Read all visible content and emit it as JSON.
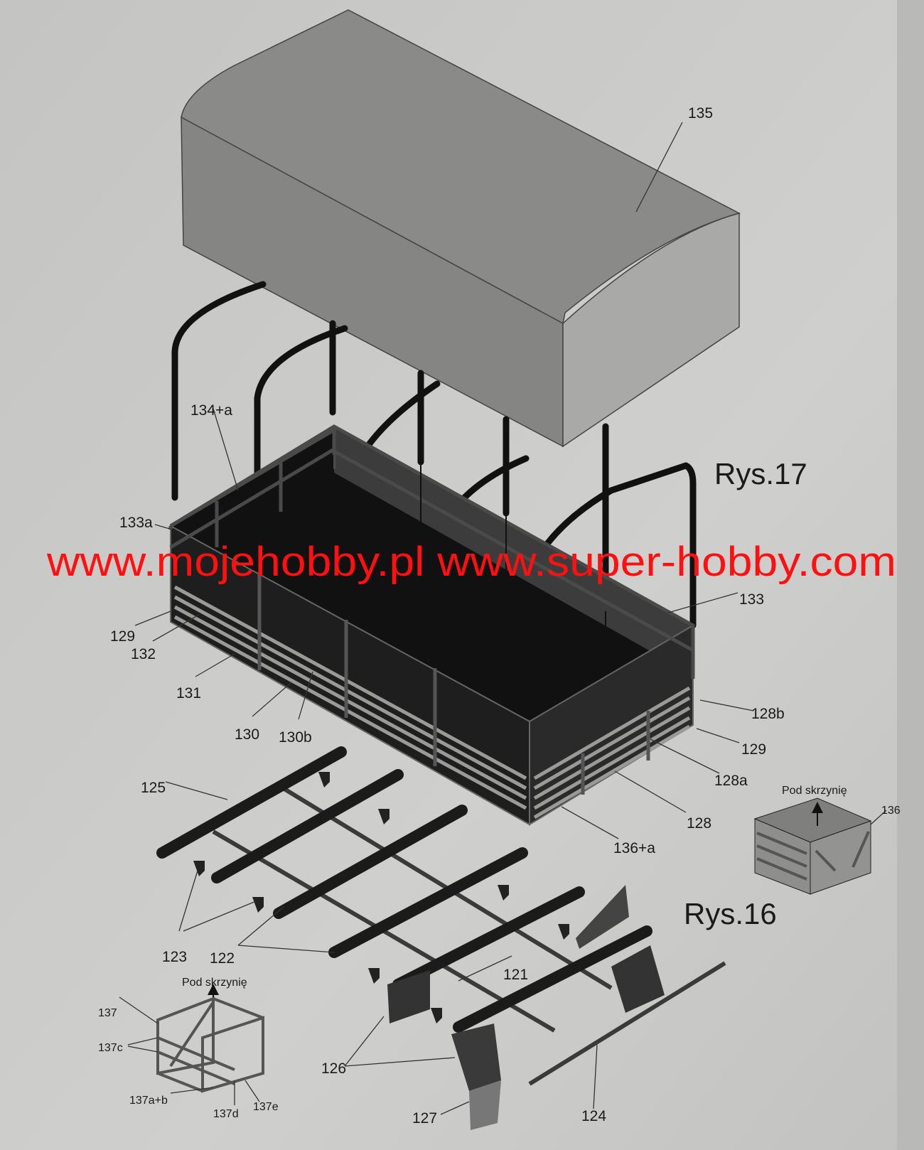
{
  "figures": {
    "rys17": "Rys.17",
    "rys16": "Rys.16"
  },
  "watermark": "www.mojehobby.pl www.super-hobby.com",
  "labels": {
    "l135": "135",
    "l134a": "134+a",
    "l133a": "133a",
    "l133": "133",
    "l129_left": "129",
    "l132": "132",
    "l131": "131",
    "l130": "130",
    "l130b": "130b",
    "l128b": "128b",
    "l129_right": "129",
    "l128a": "128a",
    "l128": "128",
    "l136a": "136+a",
    "l125": "125",
    "l136": "136",
    "l123": "123",
    "l122": "122",
    "l121": "121",
    "l137": "137",
    "l137c": "137c",
    "l137ab": "137a+b",
    "l137d": "137d",
    "l137e": "137e",
    "l126": "126",
    "l127": "127",
    "l124": "124"
  },
  "notes": {
    "pod_skrzynie_box": "Pod skrzynię",
    "pod_skrzynie_frame": "Pod skrzynię"
  },
  "colors": {
    "paper": "#c8c8c6",
    "watermark": "#ff1010",
    "ink": "#1a1a1a"
  }
}
